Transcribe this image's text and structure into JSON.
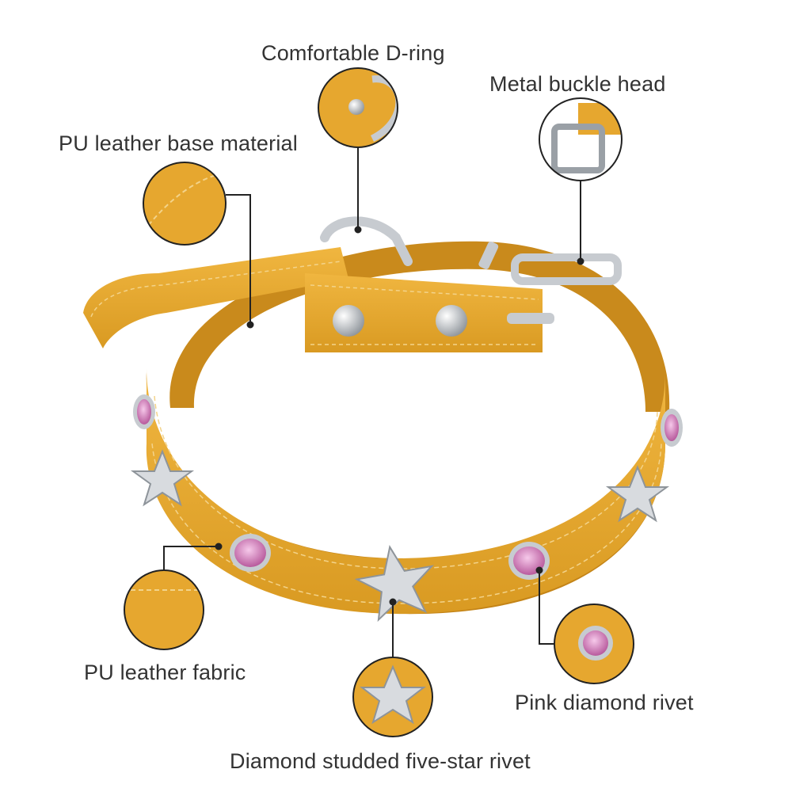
{
  "labels": {
    "d_ring": "Comfortable D-ring",
    "buckle": "Metal buckle head",
    "base_material": "PU leather base material",
    "fabric": "PU leather fabric",
    "pink_rivet": "Pink diamond rivet",
    "star_rivet": "Diamond studded five-star rivet"
  },
  "colors": {
    "leather": "#e6a72f",
    "leather_dark": "#b47a14",
    "stitch": "#f3d38a",
    "metal": "#cfd2d6",
    "gem": "#d98cc4",
    "callout_line": "#222222"
  }
}
